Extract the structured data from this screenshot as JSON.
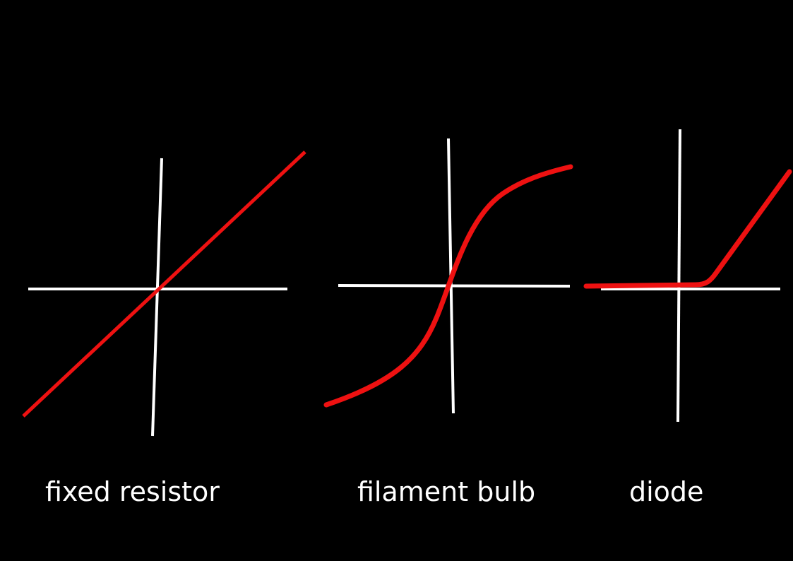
{
  "colors": {
    "background": "#000000",
    "axes": "#ffffff",
    "curve": "#ee1111",
    "text": "#ffffff"
  },
  "captions": {
    "fixed_resistor": "fixed resistor",
    "filament_bulb": "filament bulb",
    "diode": "diode"
  }
}
